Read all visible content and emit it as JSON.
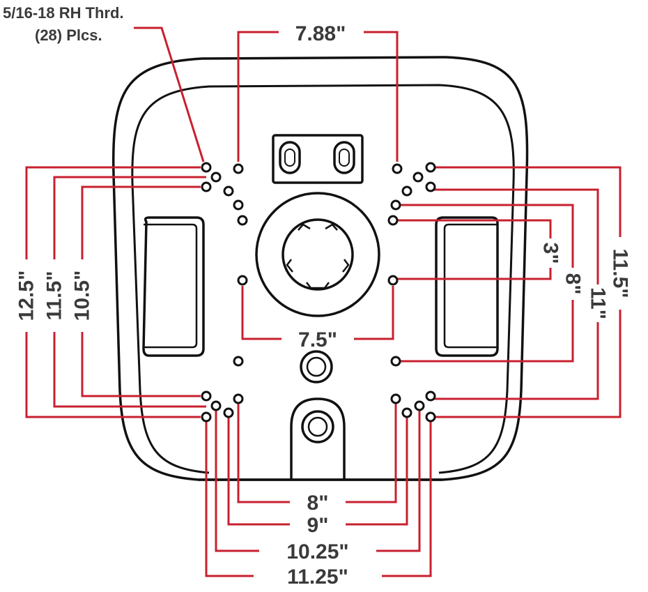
{
  "colors": {
    "dimension": "#c8202f",
    "outline": "#111111",
    "text": "#3a3a3a"
  },
  "note": {
    "line1": "5/16-18 RH Thrd.",
    "line2": "(28) Plcs."
  },
  "dims": {
    "top": "7.88\"",
    "center": "7.5\"",
    "b1": "8\"",
    "b2": "9\"",
    "b3": "10.25\"",
    "b4": "11.25\"",
    "l1": "12.5\"",
    "l2": "11.5\"",
    "l3": "10.5\"",
    "r1": "3\"",
    "r2": "8\"",
    "r3": "11\"",
    "r4": "11.5\""
  }
}
